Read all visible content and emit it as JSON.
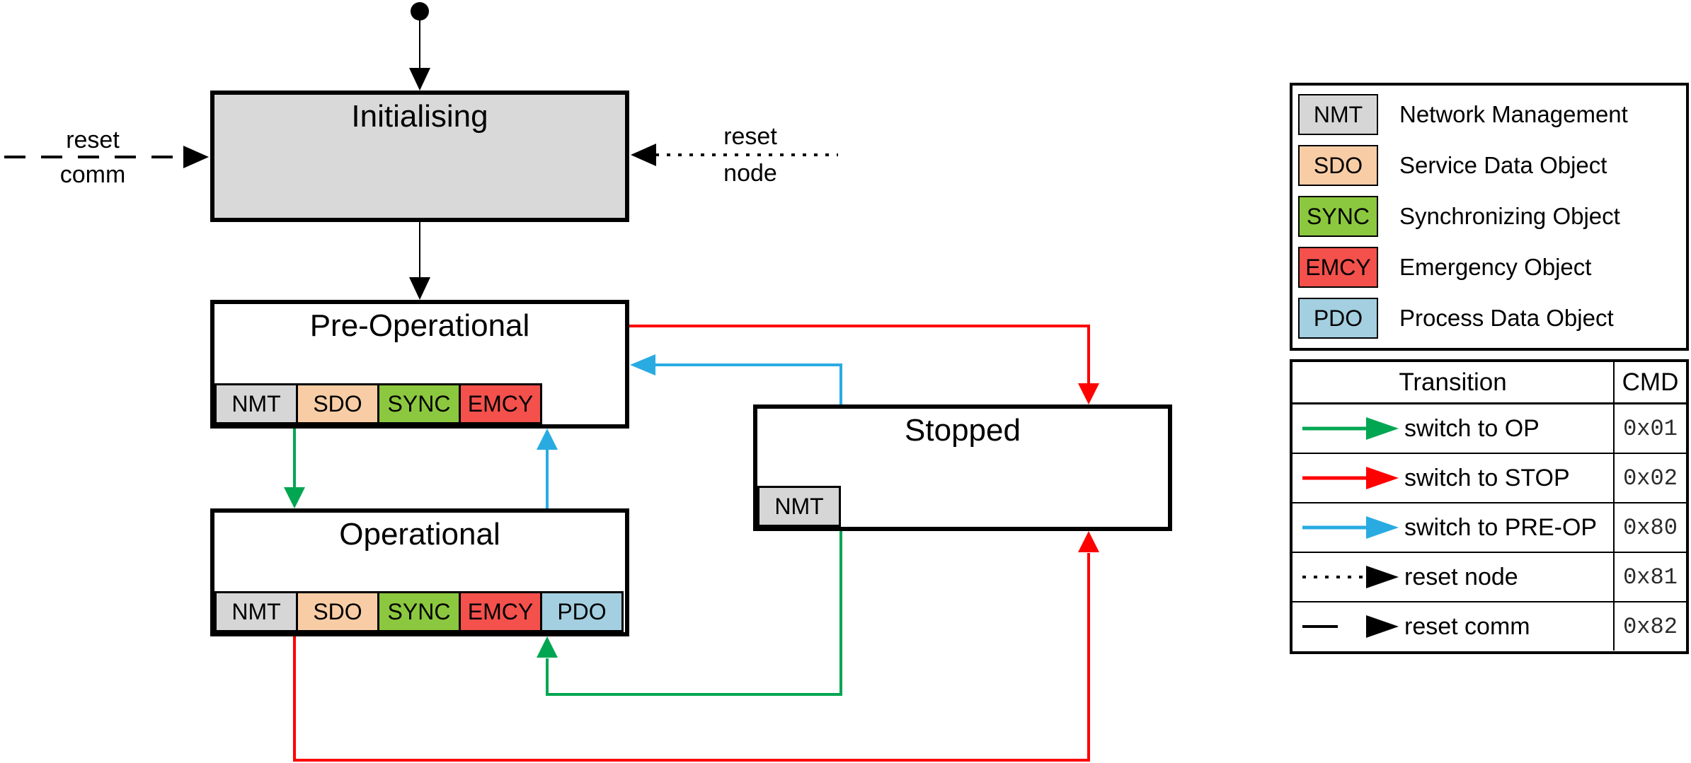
{
  "diagram_type": "state-machine",
  "colors": {
    "state_fill_init": "#d9d9d9",
    "chip_nmt": "#d6d6d6",
    "chip_sdo": "#f8cda6",
    "chip_sync": "#8cc83f",
    "chip_emcy": "#f4514c",
    "chip_pdo": "#a3cfe0",
    "arrow_green": "#00a651",
    "arrow_red": "#ff0000",
    "arrow_blue": "#29abe2",
    "arrow_black": "#000000"
  },
  "states": {
    "initialising": {
      "title": "Initialising",
      "tags": []
    },
    "pre_operational": {
      "title": "Pre-Operational",
      "tags": [
        "NMT",
        "SDO",
        "SYNC",
        "EMCY"
      ]
    },
    "operational": {
      "title": "Operational",
      "tags": [
        "NMT",
        "SDO",
        "SYNC",
        "EMCY",
        "PDO"
      ]
    },
    "stopped": {
      "title": "Stopped",
      "tags": [
        "NMT"
      ]
    }
  },
  "labels": {
    "reset_comm": {
      "line1": "reset",
      "line2": "comm"
    },
    "reset_node": {
      "line1": "reset",
      "line2": "node"
    }
  },
  "legend": {
    "rows": [
      {
        "abbr": "NMT",
        "desc": "Network Management"
      },
      {
        "abbr": "SDO",
        "desc": "Service Data Object"
      },
      {
        "abbr": "SYNC",
        "desc": "Synchronizing Object"
      },
      {
        "abbr": "EMCY",
        "desc": "Emergency Object"
      },
      {
        "abbr": "PDO",
        "desc": "Process Data Object"
      }
    ]
  },
  "cmd_table": {
    "header": {
      "transition": "Transition",
      "cmd": "CMD"
    },
    "rows": [
      {
        "label": "switch to OP",
        "cmd": "0x01",
        "color": "#00a651",
        "style": "solid"
      },
      {
        "label": "switch to STOP",
        "cmd": "0x02",
        "color": "#ff0000",
        "style": "solid"
      },
      {
        "label": "switch to PRE-OP",
        "cmd": "0x80",
        "color": "#29abe2",
        "style": "solid"
      },
      {
        "label": "reset node",
        "cmd": "0x81",
        "color": "#000000",
        "style": "dotted"
      },
      {
        "label": "reset comm",
        "cmd": "0x82",
        "color": "#000000",
        "style": "dashed"
      }
    ]
  },
  "edges": [
    {
      "from": "start",
      "to": "Initialising",
      "type": "initial"
    },
    {
      "from": "Initialising",
      "to": "Pre-Operational",
      "type": "automatic"
    },
    {
      "from": "Pre-Operational",
      "to": "Operational",
      "type": "switch to OP"
    },
    {
      "from": "Operational",
      "to": "Pre-Operational",
      "type": "switch to PRE-OP"
    },
    {
      "from": "Pre-Operational",
      "to": "Stopped",
      "type": "switch to STOP"
    },
    {
      "from": "Stopped",
      "to": "Pre-Operational",
      "type": "switch to PRE-OP"
    },
    {
      "from": "Operational",
      "to": "Stopped",
      "type": "switch to STOP"
    },
    {
      "from": "Stopped",
      "to": "Operational",
      "type": "switch to OP"
    },
    {
      "from": "external",
      "to": "Initialising",
      "type": "reset comm"
    },
    {
      "from": "external",
      "to": "Initialising",
      "type": "reset node"
    }
  ]
}
